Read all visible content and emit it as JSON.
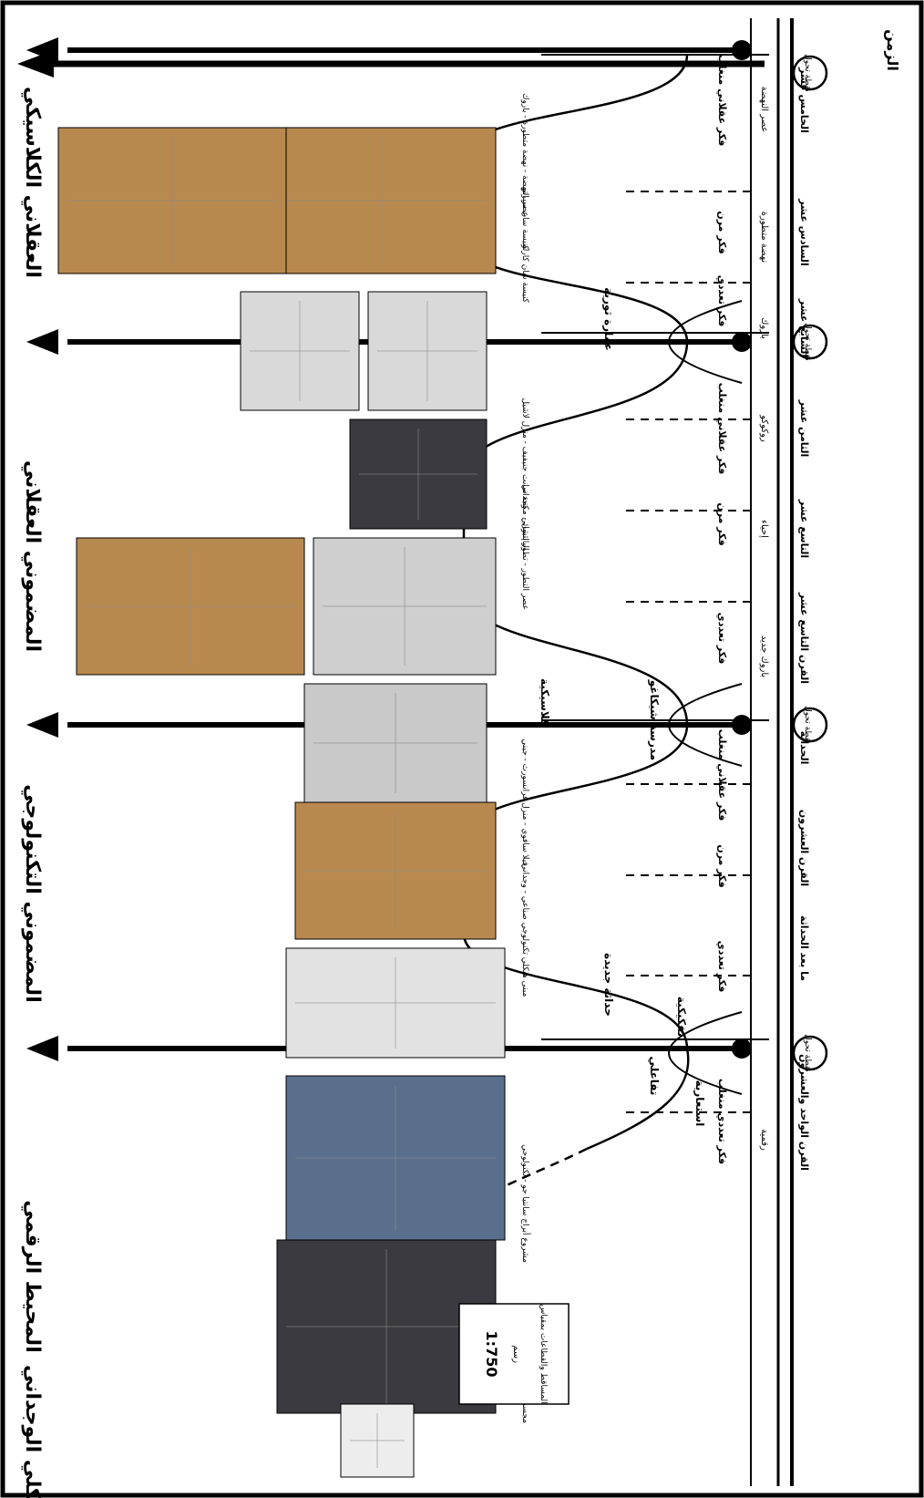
{
  "colors": {
    "ink": "#000000",
    "paper": "#ffffff",
    "photo_warm": "#b8894e",
    "photo_dark": "#3b3a40",
    "photo_blue": "#5a6f8c",
    "plan_line": "#8a8a8a"
  },
  "paradigms": [
    "العقلاني الكلاسيكي",
    "المضموني العقلاني",
    "المضموني التكنولوجي",
    "المحيط الرقمي",
    "الشكلي الوجداني"
  ],
  "time_axis_label": "الزمن",
  "centuries": [
    "الخامس عشر",
    "السادس عشر",
    "السابع عشر",
    "الثامن عشر",
    "التاسع عشر",
    "القرن التاسع عشر",
    "الحداثة",
    "القرن العشرون",
    "ما بعد الحداثة",
    "القرن الواحد والعشرون"
  ],
  "movements": [
    "عصر النهضة",
    "نهضة متطورة",
    "باروك",
    "روكوكو",
    "إحياء",
    "باروك جديد",
    "رقمية"
  ],
  "thought_labels": [
    "فكر عقلاني منغلب",
    "فكر مرن",
    "فكر تعددي",
    "فكر عقلاني منغلب",
    "فكر مرن",
    "فكر تعددي",
    "فكر عقلاني منغلب",
    "فكر مرن",
    "فكر تعددي",
    "فكر تعددي منغلب"
  ],
  "curve_labels": [
    "عمارة ثورية",
    "كلاسيكية",
    "مدرسة شيكاغو",
    "حداثة جديدة",
    "تفكيكية",
    "تفاعلي",
    "استعارية"
  ],
  "transition_label": "نقطة تحول",
  "scale_box": {
    "line1": "المساقط والقطاعات بمقياس",
    "line2": "رسم",
    "value": "1:750"
  },
  "examples": [
    "عصر النهضة - نهضة متطورة - باروك",
    "كنيسة سان سيرتو",
    "كنيسة سان كارلو",
    "البانثيون - مكتبة سانت جنيفيف - منزل لاشيل",
    "عصر التطور - تطور إنشائي - وجداني",
    "فيلا سافوي - منزل فرانسورث - جيني",
    "مبنى هيكلي تكنولوجي صناعي - وجداني",
    "مشروع أبراج سانتيا جو - تكنولوجي",
    "مجسم فني"
  ]
}
